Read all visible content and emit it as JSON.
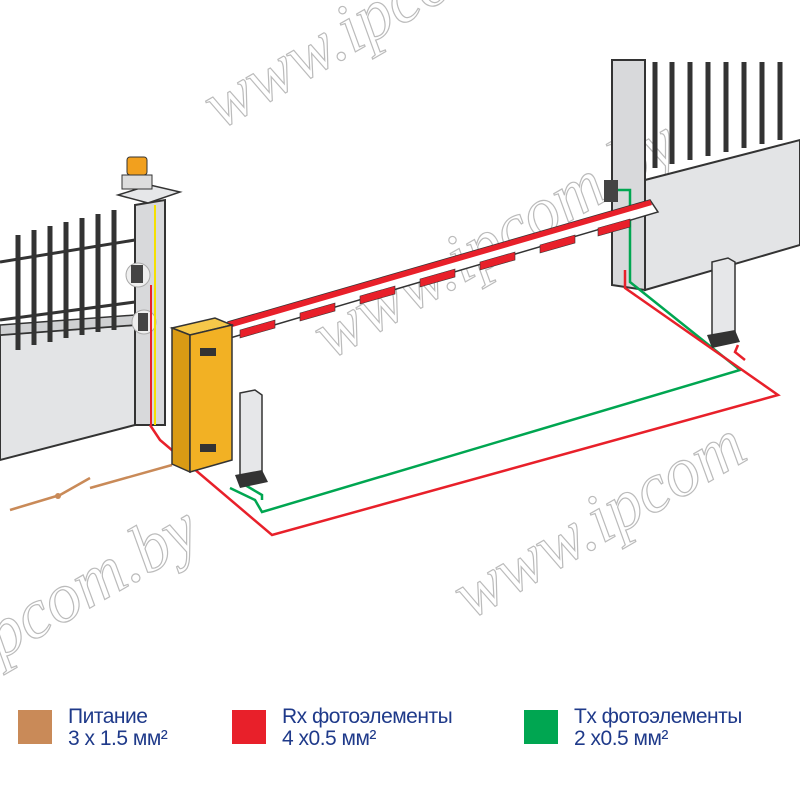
{
  "watermark": "www.ipcom.by",
  "colors": {
    "power": "#c98a58",
    "rx": "#e8202a",
    "tx": "#00a651",
    "cabinet": "#f2b124",
    "text": "#1f3a8a"
  },
  "legend": [
    {
      "line1": "Питание",
      "line2": "3 x 1.5 мм²",
      "color": "#c98a58"
    },
    {
      "line1": "Rx фотоэлементы",
      "line2": "4 x0.5 мм²",
      "color": "#e8202a"
    },
    {
      "line1": "Tx фотоэлементы",
      "line2": "2 x0.5 мм²",
      "color": "#00a651"
    }
  ]
}
